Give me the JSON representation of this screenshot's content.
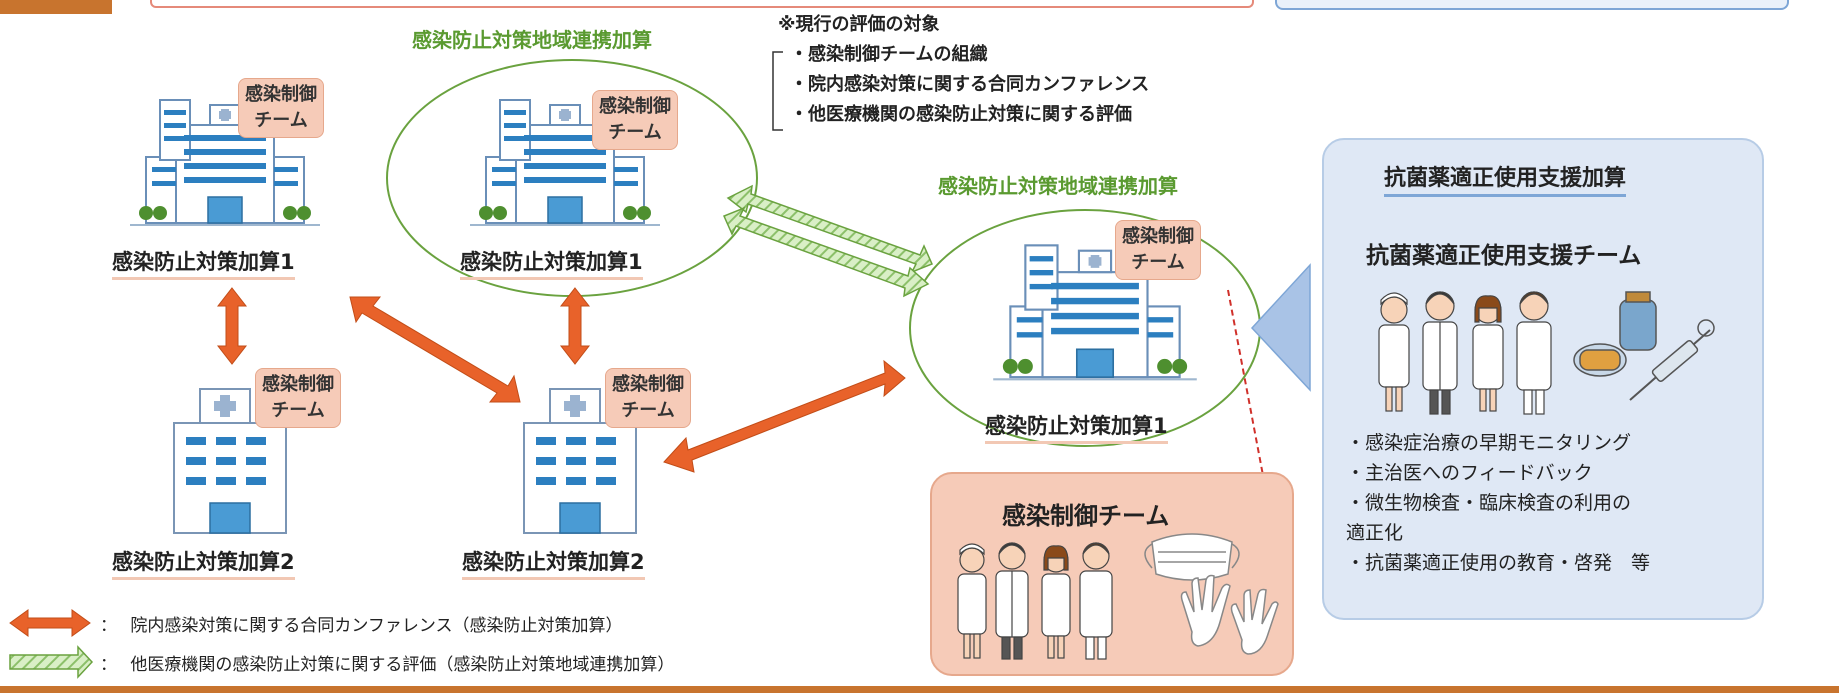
{
  "top_tab": "",
  "region_title_1": "感染防止対策地域連携加算",
  "region_title_2": "感染防止対策地域連携加算",
  "note": {
    "heading": "※現行の評価の対象",
    "items": [
      "・感染制御チームの組織",
      "・院内感染対策に関する合同カンファレンス",
      "・他医療機関の感染防止対策に関する評価"
    ]
  },
  "team_badge": {
    "line1": "感染制御",
    "line2": "チーム"
  },
  "hospitals": {
    "h1": "感染防止対策加算1",
    "h2": "感染防止対策加算1",
    "h3": "感染防止対策加算1",
    "h4": "感染防止対策加算2",
    "h5": "感染防止対策加算2"
  },
  "team_box_title": "感染制御チーム",
  "panel": {
    "title": "抗菌薬適正使用支援加算",
    "subtitle": "抗菌薬適正使用支援チーム",
    "bullets": [
      "・感染症治療の早期モニタリング",
      "・主治医へのフィードバック",
      "・微生物検査・臨床検査の利用の",
      "適正化",
      "・抗菌薬適正使用の教育・啓発　等"
    ]
  },
  "legend": {
    "orange": "院内感染対策に関する合同カンファレンス（感染防止対策加算）",
    "green": "他医療機関の感染防止対策に関する評価（感染防止対策地域連携加算）",
    "sep": "："
  },
  "colors": {
    "orange": "#e8622a",
    "green": "#8cc06a",
    "badge": "#f6cbb8",
    "panel": "#dfe8f5",
    "frame": "#c8742e"
  }
}
